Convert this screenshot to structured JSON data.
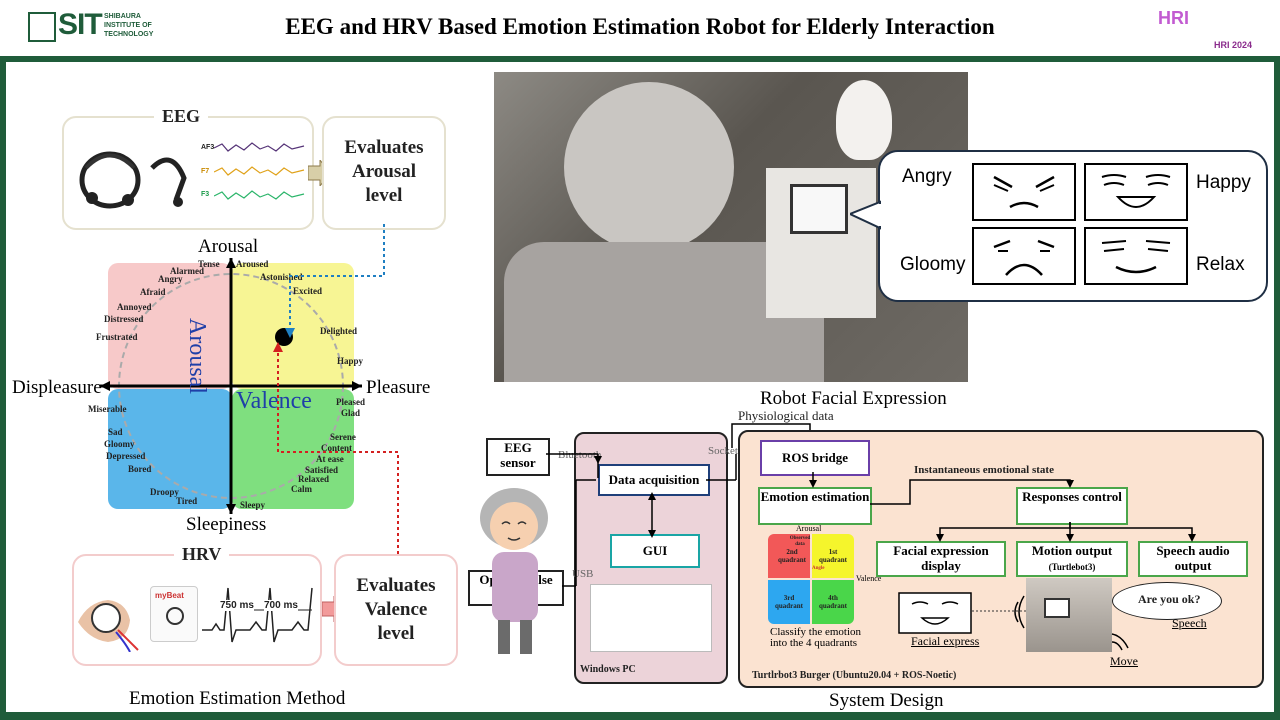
{
  "header": {
    "logo": "SIT",
    "logo_sub": "SHIBAURA INSTITUTE OF TECHNOLOGY",
    "title": "EEG and HRV Based Emotion Estimation Robot for Elderly Interaction",
    "hri_logo": "HRI",
    "conf_logo": "HRI 2024"
  },
  "left": {
    "eeg_title": "EEG",
    "eeg_channels": [
      "AF3",
      "F7",
      "F3"
    ],
    "evaluates_arousal": "Evaluates Arousal level",
    "arousal_top": "Arousal",
    "sleepiness": "Sleepiness",
    "displeasure": "Displeasure",
    "pleasure": "Pleasure",
    "axis_arousal": "Arousal",
    "axis_valence": "Valence",
    "emotions": [
      "Tense",
      "Aroused",
      "Alarmed",
      "Angry",
      "Astonished",
      "Afraid",
      "Excited",
      "Annoyed",
      "Distressed",
      "Delighted",
      "Frustrated",
      "Happy",
      "Miserable",
      "Pleased",
      "Glad",
      "Sad",
      "Gloomy",
      "Serene",
      "Content",
      "Depressed",
      "At ease",
      "Bored",
      "Satisfied",
      "Relaxed",
      "Calm",
      "Droopy",
      "Tired",
      "Sleepy"
    ],
    "hrv_title": "HRV",
    "hrv_device": "myBeat",
    "rr1": "750 ms",
    "rr2": "700 ms",
    "evaluates_valence": "Evaluates Valence level",
    "caption": "Emotion Estimation Method"
  },
  "robot": {
    "faces": [
      "Angry",
      "Happy",
      "Gloomy",
      "Relax"
    ],
    "caption": "Robot Facial Expression"
  },
  "system": {
    "physio": "Physiological data",
    "eeg_sensor": "EEG sensor",
    "bluetooth": "Bluetooth",
    "socket": "Socket",
    "data_acq": "Data acquisition",
    "gui": "GUI",
    "usb": "USB",
    "optical": "Optical pulse sensor",
    "windows": "Windows PC",
    "ros_bridge": "ROS bridge",
    "inst_state": "Instantaneous emotional state",
    "emotion_est": "Emotion estimation",
    "responses": "Responses control",
    "facial_disp": "Facial expression display",
    "motion": "Motion output",
    "motion_sub": "(Turtlebot3)",
    "speech_out": "Speech audio output",
    "q_arousal": "Arousal",
    "q_valence": "Valence",
    "q2": "2nd quadrant",
    "q1": "1st quadrant",
    "q3": "3rd quadrant",
    "q4": "4th quadrant",
    "q_obs": "Observed data",
    "q_angle": "Angle",
    "classify": "Classify the emotion into the 4 quadrants",
    "facial_express": "Facial express",
    "are_you_ok": "Are you ok?",
    "speech": "Speech",
    "move": "Move",
    "turtlebot": "Turtlrbot3 Burger (Ubuntu20.04 + ROS-Noetic)",
    "caption": "System Design"
  }
}
